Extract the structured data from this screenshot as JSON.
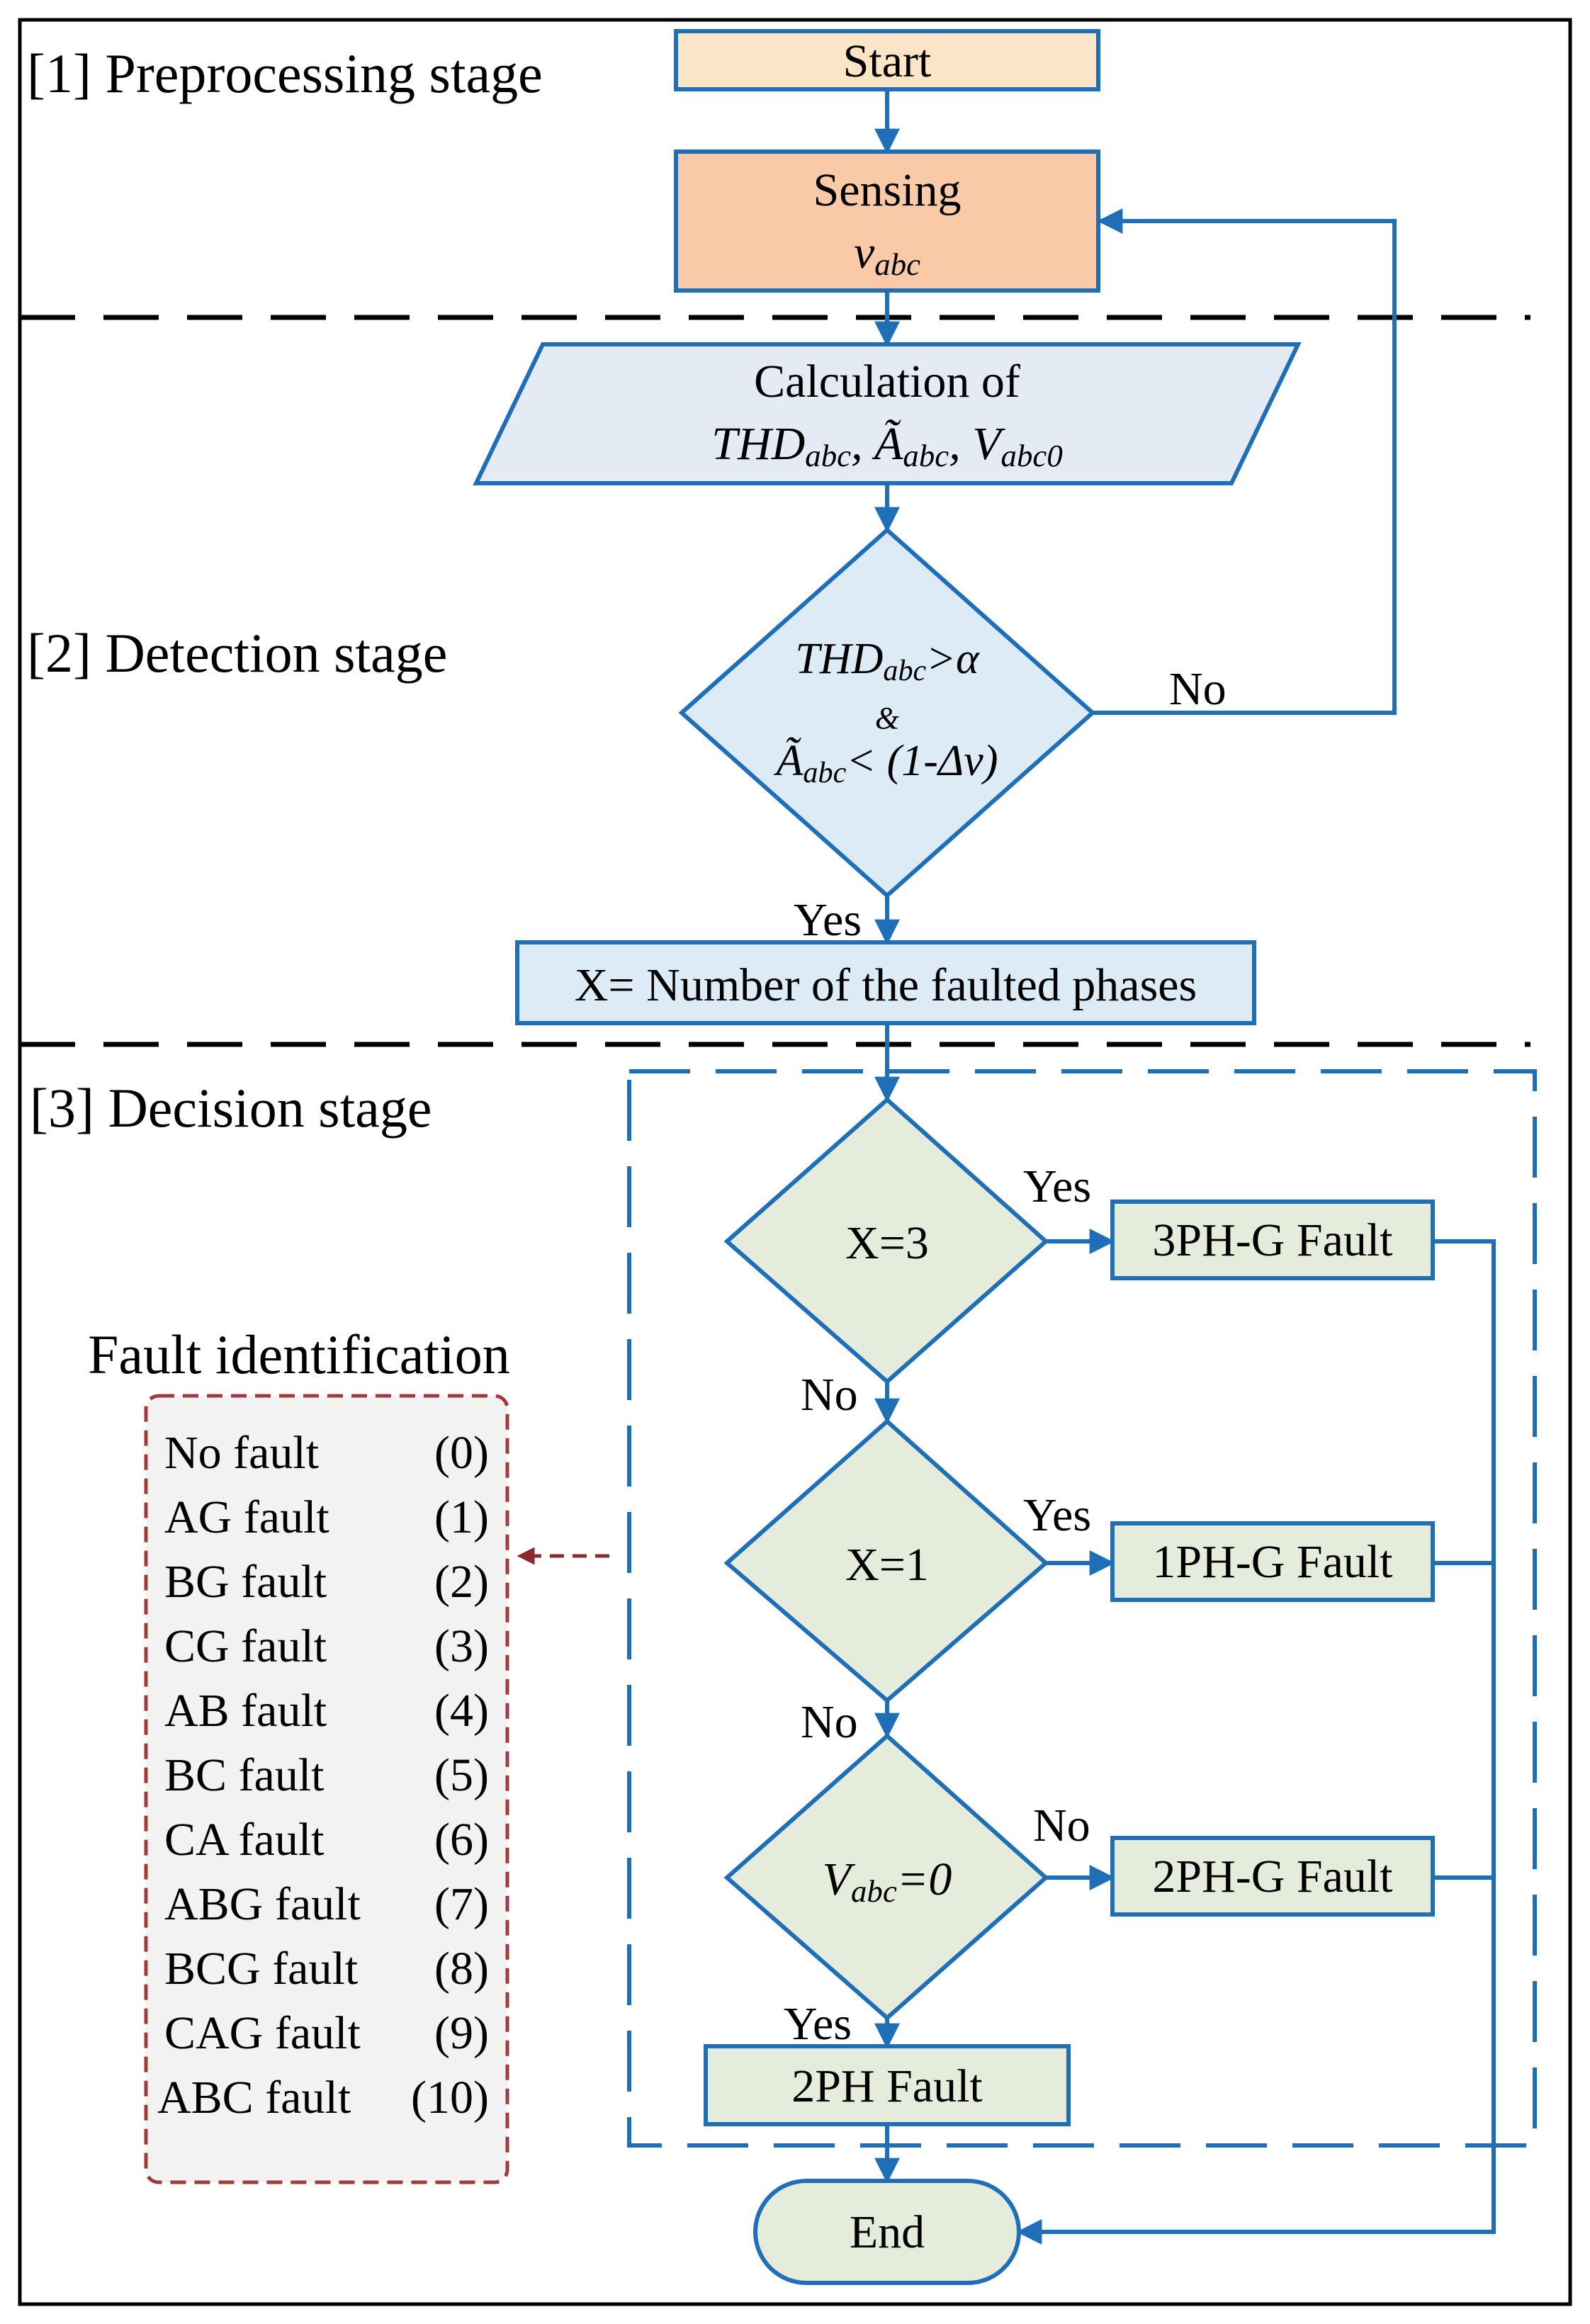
{
  "stages": {
    "preprocessing": "[1] Preprocessing stage",
    "detection": "[2] Detection stage",
    "decision": "[3] Decision stage"
  },
  "nodes": {
    "start": "Start",
    "sensing": {
      "line1": "Sensing",
      "var_main": "v",
      "var_sub": "abc"
    },
    "calculation": {
      "line1": "Calculation of",
      "thd": "THD",
      "thd_sub": "abc",
      "amp": "Ã",
      "amp_sub": "abc",
      "volt": "V",
      "volt_sub": "abc0",
      "sep": ", "
    },
    "detect": {
      "thd": "THD",
      "thd_sub": "abc",
      "thd_rest": ">α",
      "amp_sym": "&",
      "amp": "Ã",
      "amp_sub": "abc",
      "amp_rest": "< (1-Δv)"
    },
    "count": "X= Number of the faulted phases",
    "d1": "X=3",
    "d2": "X=1",
    "d3": {
      "main": "V",
      "sub": "abc",
      "rest": "=0"
    },
    "r1": "3PH-G Fault",
    "r2": "1PH-G Fault",
    "r3": "2PH-G Fault",
    "r4": "2PH Fault",
    "end": "End"
  },
  "edge_labels": {
    "detect_no": "No",
    "detect_yes": "Yes",
    "d1_yes": "Yes",
    "d1_no": "No",
    "d2_yes": "Yes",
    "d2_no": "No",
    "d3_no": "No",
    "d3_yes": "Yes"
  },
  "fault_identification": {
    "title": "Fault identification",
    "items": [
      {
        "name": "No fault",
        "code": "(0)"
      },
      {
        "name": "AG fault",
        "code": "(1)"
      },
      {
        "name": "BG fault",
        "code": "(2)"
      },
      {
        "name": "CG fault",
        "code": "(3)"
      },
      {
        "name": "AB fault",
        "code": "(4)"
      },
      {
        "name": "BC fault",
        "code": "(5)"
      },
      {
        "name": "CA fault",
        "code": "(6)"
      },
      {
        "name": "ABG fault",
        "code": "(7)"
      },
      {
        "name": "BCG fault",
        "code": "(8)"
      },
      {
        "name": "CAG fault",
        "code": "(9)"
      },
      {
        "name": "ABC fault",
        "code": "(10)"
      }
    ]
  },
  "colors": {
    "flow_blue": "#1f6fb8",
    "start_fill": "#fce5c6",
    "sensing_fill": "#fac9a8",
    "calc_fill": "#e4ebf5",
    "detect_fill": "#dcebf5",
    "decision_fill": "#e5ecdb",
    "list_border": "#a03c3c",
    "list_fill": "#f2f2f2"
  }
}
